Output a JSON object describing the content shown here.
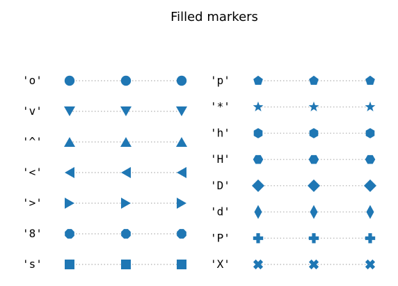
{
  "title": "Filled markers",
  "colors": {
    "marker": "#1f77b4",
    "guide_line": "#bbbbbb",
    "text": "#000000",
    "background": "#ffffff"
  },
  "chart_data": {
    "type": "scatter",
    "title": "Filled markers",
    "grid": false,
    "axes_visible": false,
    "x": [
      0,
      1,
      2
    ],
    "panels": [
      {
        "name": "left",
        "rows": [
          {
            "label": "'o'",
            "marker": "circle"
          },
          {
            "label": "'v'",
            "marker": "triangle_down"
          },
          {
            "label": "'^'",
            "marker": "triangle_up"
          },
          {
            "label": "'<'",
            "marker": "triangle_left"
          },
          {
            "label": "'>'",
            "marker": "triangle_right"
          },
          {
            "label": "'8'",
            "marker": "octagon"
          },
          {
            "label": "'s'",
            "marker": "square"
          }
        ]
      },
      {
        "name": "right",
        "rows": [
          {
            "label": "'p'",
            "marker": "pentagon"
          },
          {
            "label": "'*'",
            "marker": "star"
          },
          {
            "label": "'h'",
            "marker": "hexagon1"
          },
          {
            "label": "'H'",
            "marker": "hexagon2"
          },
          {
            "label": "'D'",
            "marker": "diamond"
          },
          {
            "label": "'d'",
            "marker": "thin_diamond"
          },
          {
            "label": "'P'",
            "marker": "plus_filled"
          },
          {
            "label": "'X'",
            "marker": "x_filled"
          }
        ]
      }
    ]
  }
}
